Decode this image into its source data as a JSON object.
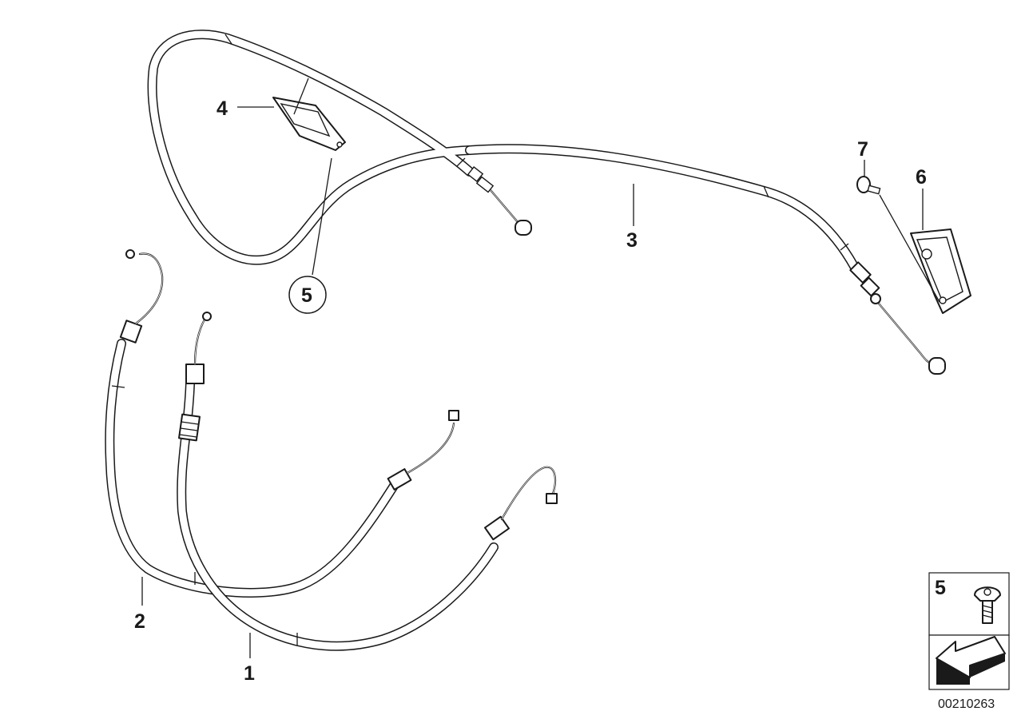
{
  "diagram": {
    "callouts": {
      "part_1": "1",
      "part_2": "2",
      "part_3": "3",
      "part_4": "4",
      "part_5": "5",
      "part_6": "6",
      "part_7": "7"
    },
    "inset": {
      "part_number": "5",
      "arrow_icon": "arrow-down-left-icon"
    },
    "document_number": "00210263"
  }
}
